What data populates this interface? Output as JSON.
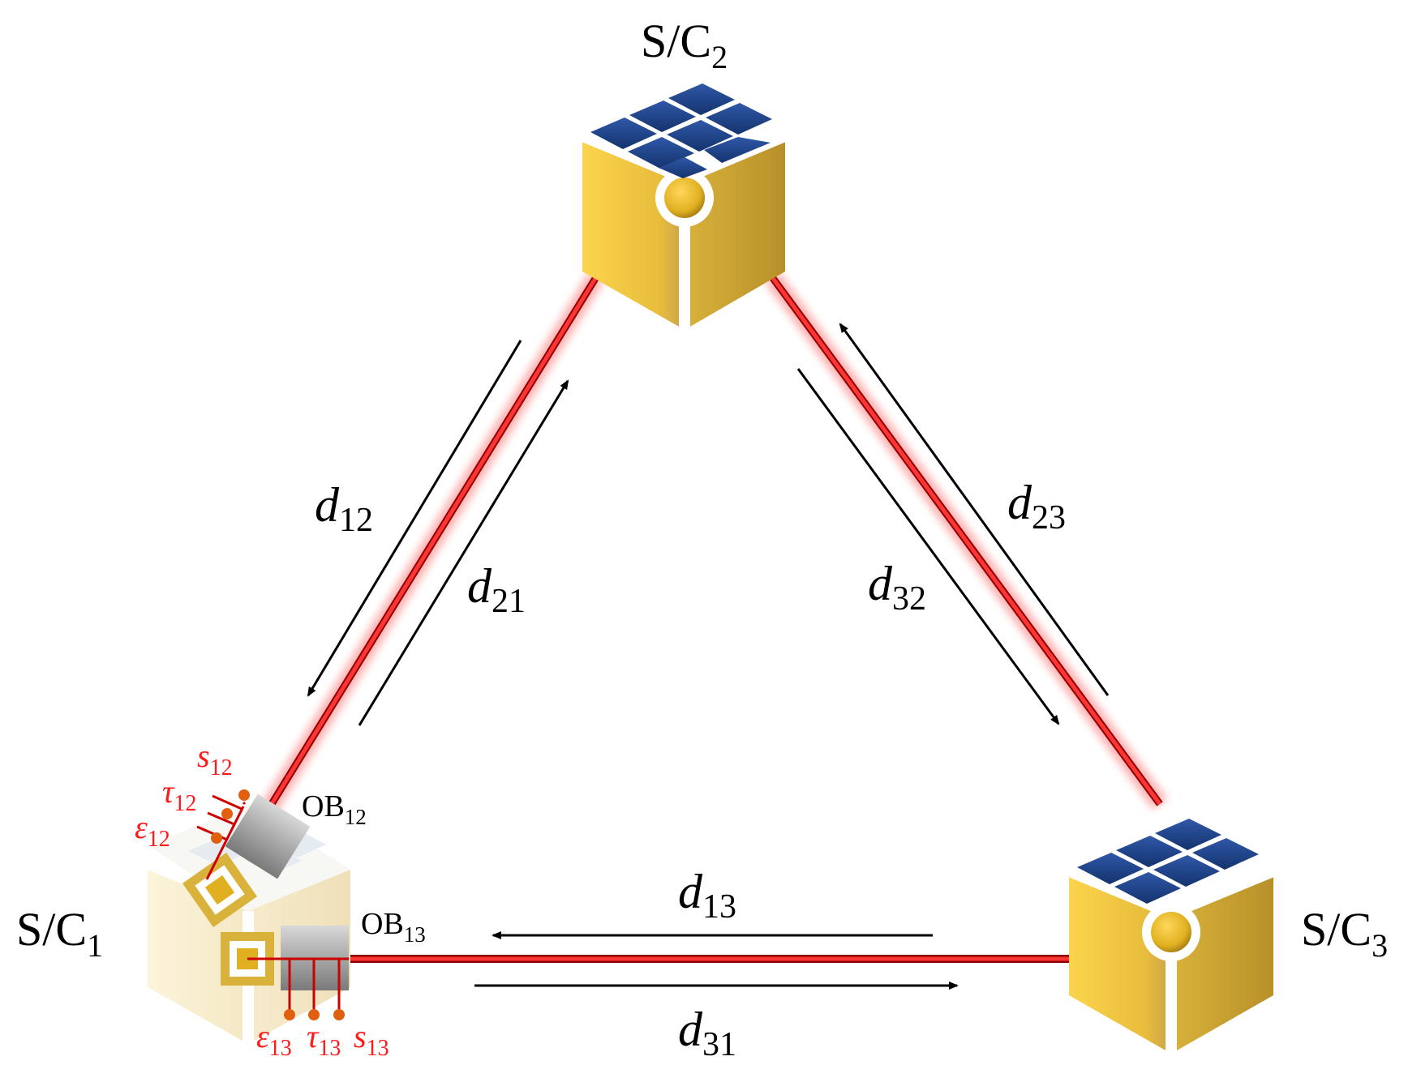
{
  "colors": {
    "background": "#ffffff",
    "laser_core": "#ff3030",
    "laser_edge": "#8b0000",
    "laser_glow": "#ff7070",
    "cube_left": "#f5c842",
    "cube_right": "#c9a22e",
    "solar_panel": "#1e3f86",
    "arrow": "#000000",
    "annotation": "#ff1a1a"
  },
  "spacecraft": [
    {
      "id": "sc2",
      "label": "S/C",
      "sub": "2",
      "style": "solid",
      "icon": "spacecraft-cube-icon"
    },
    {
      "id": "sc3",
      "label": "S/C",
      "sub": "3",
      "style": "solid",
      "icon": "spacecraft-cube-icon"
    },
    {
      "id": "sc1",
      "label": "S/C",
      "sub": "1",
      "style": "faded",
      "icon": "spacecraft-cube-icon"
    }
  ],
  "links": [
    {
      "id": "d12",
      "symbol": "d",
      "sub": "12"
    },
    {
      "id": "d21",
      "symbol": "d",
      "sub": "21"
    },
    {
      "id": "d23",
      "symbol": "d",
      "sub": "23"
    },
    {
      "id": "d32",
      "symbol": "d",
      "sub": "32"
    },
    {
      "id": "d13",
      "symbol": "d",
      "sub": "13"
    },
    {
      "id": "d31",
      "symbol": "d",
      "sub": "31"
    }
  ],
  "optical_benches": [
    {
      "id": "ob12",
      "label": "OB",
      "sub": "12",
      "signals": [
        {
          "symbol": "s",
          "sub": "12"
        },
        {
          "symbol": "τ",
          "sub": "12"
        },
        {
          "symbol": "ε",
          "sub": "12"
        }
      ]
    },
    {
      "id": "ob13",
      "label": "OB",
      "sub": "13",
      "signals": [
        {
          "symbol": "ε",
          "sub": "13"
        },
        {
          "symbol": "τ",
          "sub": "13"
        },
        {
          "symbol": "s",
          "sub": "13"
        }
      ]
    }
  ]
}
